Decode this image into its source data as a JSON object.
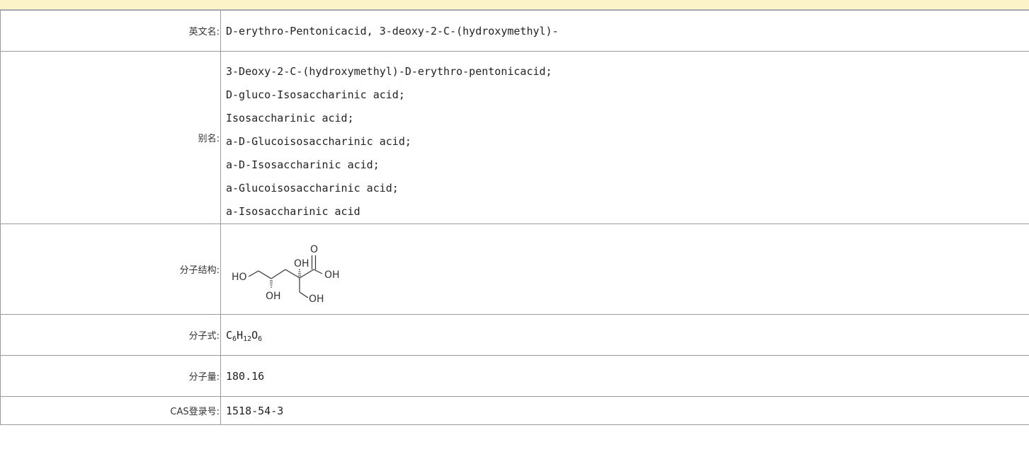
{
  "rows": {
    "english_name": {
      "label": "英文名:",
      "value": "D-erythro-Pentonicacid, 3-deoxy-2-C-(hydroxymethyl)-"
    },
    "synonyms": {
      "label": "别名:",
      "values": [
        "3-Deoxy-2-C-(hydroxymethyl)-D-erythro-pentonicacid;",
        "D-gluco-Isosaccharinic acid;",
        "Isosaccharinic acid;",
        "a-D-Glucoisosaccharinic acid;",
        "a-D-Isosaccharinic acid;",
        "a-Glucoisosaccharinic acid;",
        "a-Isosaccharinic acid"
      ]
    },
    "structure": {
      "label": "分子结构:",
      "atoms": {
        "ho_left": "HO",
        "oh_mid": "OH",
        "oh_top": "OH",
        "o_top": "O",
        "oh_right": "OH",
        "oh_bottom": "OH"
      }
    },
    "formula": {
      "label": "分子式:",
      "parts": {
        "c": "C",
        "c_n": "6",
        "h": "H",
        "h_n": "12",
        "o": "O",
        "o_n": "6"
      }
    },
    "molecular_weight": {
      "label": "分子量:",
      "value": "180.16"
    },
    "cas": {
      "label": "CAS登录号:",
      "value": "1518-54-3"
    }
  }
}
